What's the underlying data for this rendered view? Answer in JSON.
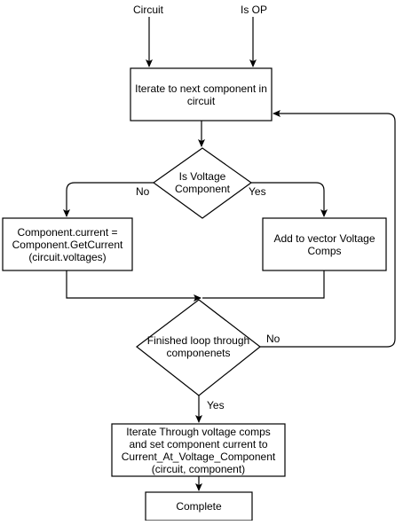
{
  "inputs": {
    "circuit": "Circuit",
    "is_op": "Is OP"
  },
  "nodes": {
    "iterate_next": "Iterate to next component in circuit",
    "is_voltage": "Is Voltage\nComponent",
    "get_current": "Component.current =\nComponent.GetCurrent\n(circuit.voltages)",
    "add_vector": "Add to vector Voltage\nComps",
    "finished_loop": "Finished loop through\ncomponenets",
    "iterate_voltage": "Iterate Through voltage comps\nand set component current to\nCurrent_At_Voltage_Component\n(circuit, component)",
    "complete": "Complete"
  },
  "edge_labels": {
    "no_voltage": "No",
    "yes_voltage": "Yes",
    "no_loop": "No",
    "yes_loop": "Yes"
  }
}
